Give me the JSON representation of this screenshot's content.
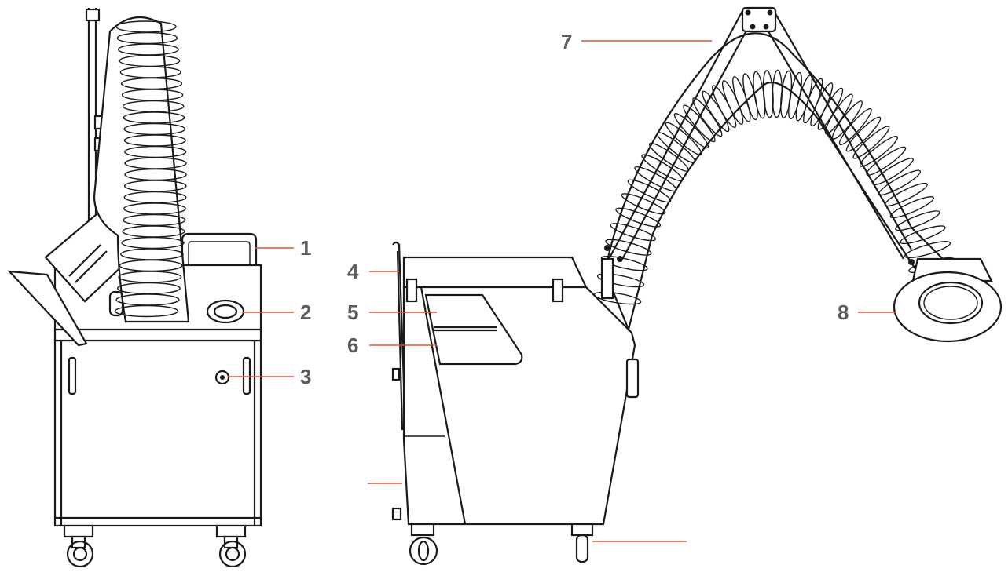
{
  "diagram": {
    "callouts": [
      {
        "label": "1"
      },
      {
        "label": "2"
      },
      {
        "label": "3"
      },
      {
        "label": "4"
      },
      {
        "label": "5"
      },
      {
        "label": "6"
      },
      {
        "label": "7"
      },
      {
        "label": "8"
      }
    ],
    "colors": {
      "leader": "#e4572e",
      "outline": "#1a1a1a",
      "label": "#5c5c5c",
      "background": "#ffffff"
    }
  }
}
